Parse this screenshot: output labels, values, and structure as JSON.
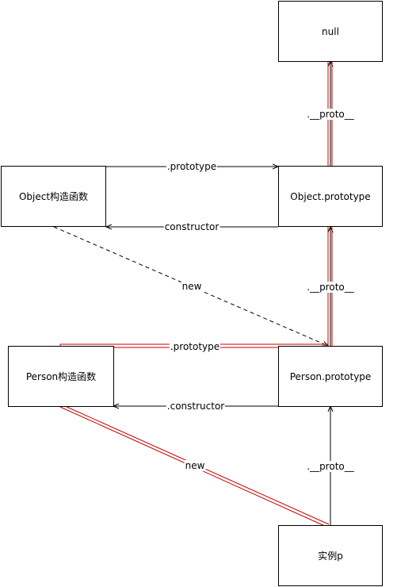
{
  "nodes": {
    "null_box": "null",
    "object_ctor": "Object构造函数",
    "object_proto": "Object.prototype",
    "person_ctor": "Person构造函数",
    "person_proto": "Person.prototype",
    "instance": "实例p"
  },
  "edges": {
    "proto_top": ".__proto__",
    "object_prototype": ".prototype",
    "object_constructor": "constructor",
    "new_object": "new",
    "proto_mid": ".__proto__",
    "person_prototype": ".prototype",
    "person_constructor": ".constructor",
    "new_person": "new",
    "proto_bottom": ".__proto__"
  },
  "colors": {
    "highlight": "#c00000",
    "line": "#000000"
  }
}
